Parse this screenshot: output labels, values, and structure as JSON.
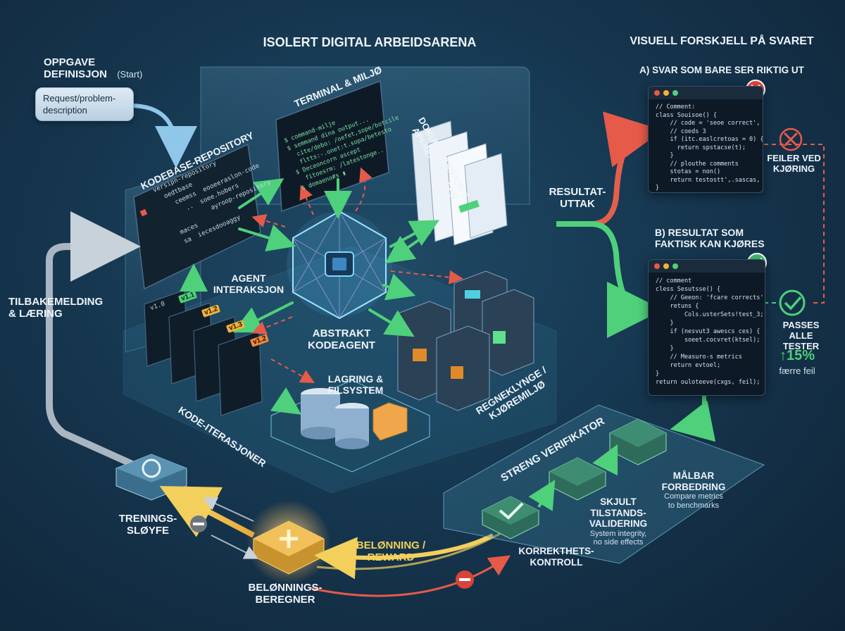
{
  "title": "ISOLERT DIGITAL ARBEIDSARENA",
  "task": {
    "title_line1": "OPPGAVE",
    "title_line2": "DEFINISJON",
    "start": "(Start)",
    "box_line1": "Request/problem-",
    "box_line2": "description"
  },
  "labels": {
    "repository": "KODEBASE-REPOSITORY",
    "terminal": "TERMINAL & MILJØ",
    "docs_line1": "DOKUMENTASJON &",
    "docs_line2": "API-REFERANSER",
    "agent_interaction_line1": "AGENT",
    "agent_interaction_line2": "INTERAKSJON",
    "agent_line1": "ABSTRAKT",
    "agent_line2": "KODEAGENT",
    "storage_line1": "LAGRING &",
    "storage_line2": "FILSYSTEM",
    "cluster_line1": "REGNEKLYNGE /",
    "cluster_line2": "KJØREMILJØ",
    "iterations": "KODE-ITERASJONER",
    "feedback_line1": "TILBAKEMELDING",
    "feedback_line2": "& LÆRING",
    "training_line1": "TRENINGS-",
    "training_line2": "SLØYFE",
    "reward_calc_line1": "BELØNNINGS-",
    "reward_calc_line2": "BEREGNER",
    "reward_line1": "BELØNNING /",
    "reward_line2": "REWARD",
    "result_line1": "RESULTAT-",
    "result_line2": "UTTAK"
  },
  "versions": [
    "v1.0",
    "v1.1",
    "v1.2",
    "v1.3",
    "v1.2"
  ],
  "comparison": {
    "title": "VISUELL FORSKJELL PÅ SVARET",
    "a_title": "A) SVAR SOM BARE SER RIKTIG UT",
    "a_code": [
      "// Comment:",
      "class Souisoe() {",
      "    // code = 'seoe correct',",
      "    // coeds 3",
      "    if (itc.easlcretoas = 0) {",
      "      return spstacse(t);",
      "    }",
      "    // plouthe comments",
      "    stotas = non()",
      "    return testostt',.sascas, );",
      "}"
    ],
    "a_verdict_line1": "FEILER VED",
    "a_verdict_line2": "KJØRING",
    "b_title_line1": "B) RESULTAT SOM",
    "b_title_line2": "FAKTISK KAN KJØRES",
    "b_code": [
      "// comment",
      "cless Sesutsse() {",
      "    // Geeon: 'fcare corrects',",
      "    retuns {",
      "        Cols.usterSets!test_3;",
      "    }",
      "    if (nesvut3 awescs ces) {",
      "        soeet.cocvret(ktsel);",
      "    }",
      "    // Measuro-s metrics",
      "    return evtoel;",
      "}",
      "return ouloteeve(cxgs, feil);"
    ],
    "b_verdict_line1": "PASSES",
    "b_verdict_line2": "ALLE TESTER",
    "metric_value": "↑15%",
    "metric_label": "færre feil"
  },
  "verifier": {
    "title": "STRENG VERIFIKATOR",
    "step1_line1": "KORREKTHETS-",
    "step1_line2": "KONTROLL",
    "step2_line1": "SKJULT",
    "step2_line2": "TILSTANDS-",
    "step2_line3": "VALIDERING",
    "step2_desc_line1": "System integrity,",
    "step2_desc_line2": "no side effects",
    "step3_line1": "MÅLBAR",
    "step3_line2": "FORBEDRING",
    "step3_desc_line1": "Compare metrics",
    "step3_desc_line2": "to benchmarks"
  },
  "terminal_lines": [
    "$ command-milje",
    "$ semmand dina output...",
    "  cite/debo: /oefet,sope/botcile",
    "  fltts:-.onet:t.sopa/betesto",
    "$ Deceoncorn ascept",
    "  fitoesrm: /latestonge..",
    "$ domaeno#s ▮"
  ],
  "repo_lines": [
    "versipn-repository",
    "  oedtbase",
    "    ceemss  eooeeraslon-code",
    "      ..  soee.hobers",
    "            ayroop-repository",
    "  maces",
    "  sa  iecesdooaggy"
  ],
  "colors": {
    "green": "#4fd07a",
    "red": "#e65a4a",
    "gold": "#f0c04a",
    "cyan": "#5fd3f0"
  }
}
